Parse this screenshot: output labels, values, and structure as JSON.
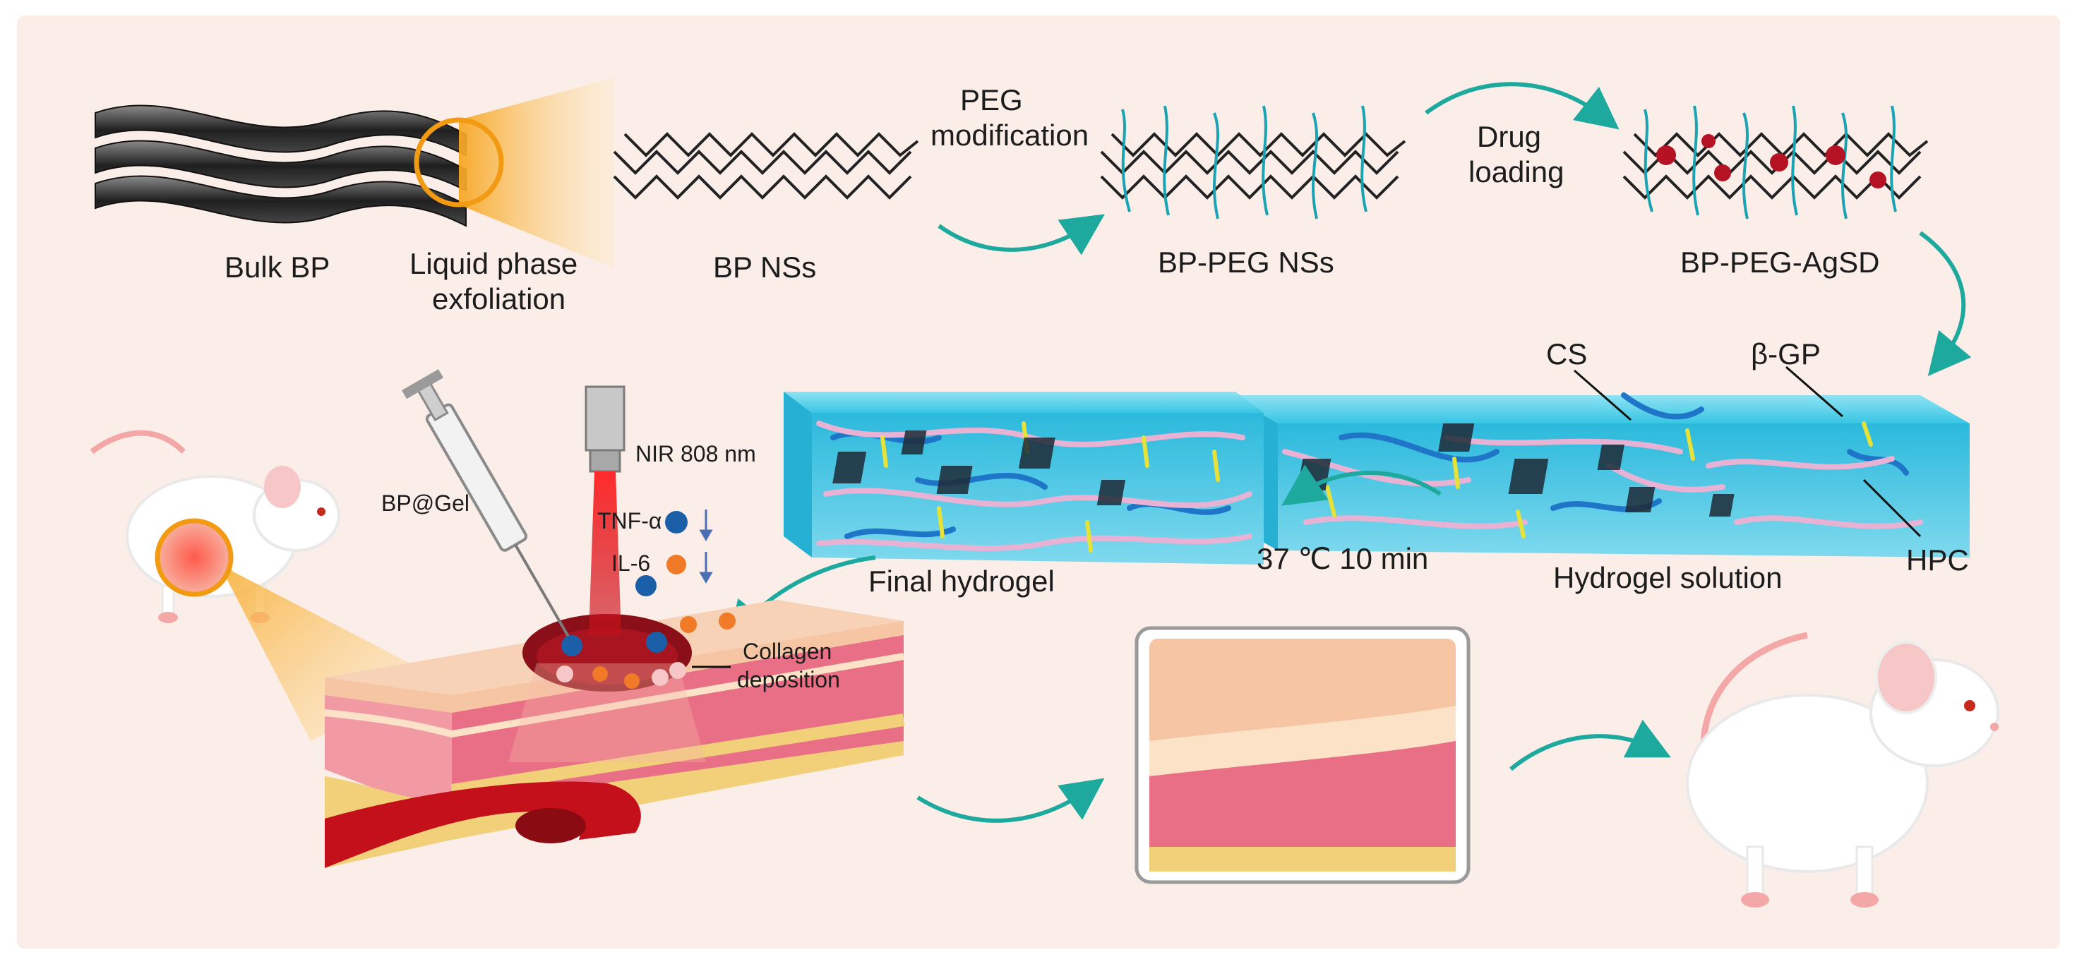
{
  "labels": {
    "bulk_bp": "Bulk BP",
    "exfoliation_line1": "Liquid phase",
    "exfoliation_line2": "exfoliation",
    "bp_nss": "BP NSs",
    "peg_line1": "PEG",
    "peg_line2": "modification",
    "bp_peg_nss": "BP-PEG NSs",
    "drug_line1": "Drug",
    "drug_line2": "loading",
    "bp_peg_agsd": "BP-PEG-AgSD",
    "cs": "CS",
    "beta_gp": "β-GP",
    "hpc": "HPC",
    "hydrogel_solution": "Hydrogel solution",
    "temperature_time": "37 ℃ 10 min",
    "final_hydrogel": "Final hydrogel",
    "nir": "NIR 808 nm",
    "bp_gel": "BP@Gel",
    "tnf_alpha": "TNF-α",
    "il6": "IL-6",
    "collagen_line1": "Collagen",
    "collagen_line2": "deposition"
  },
  "colors": {
    "background": "#fbeee8",
    "arrow_teal": "#1ea99e",
    "hydrogel_blue": "#2fc4e2",
    "polymer_pink": "#e8b2d4",
    "polymer_blue": "#1f76c9",
    "crosslinker_yellow": "#e6e23a",
    "skin_peach": "#f6c6a4",
    "dermis_pink": "#e86f86",
    "blood_red": "#a8141f",
    "laser_red": "#e51c24",
    "tnf_blue": "#1b5fa8",
    "il6_orange": "#f07a28",
    "drug_red": "#b51224",
    "peg_teal": "#19a3b3"
  },
  "icons": [
    "syringe-icon",
    "laser-icon",
    "mouse-icon",
    "down-arrow-icon"
  ]
}
